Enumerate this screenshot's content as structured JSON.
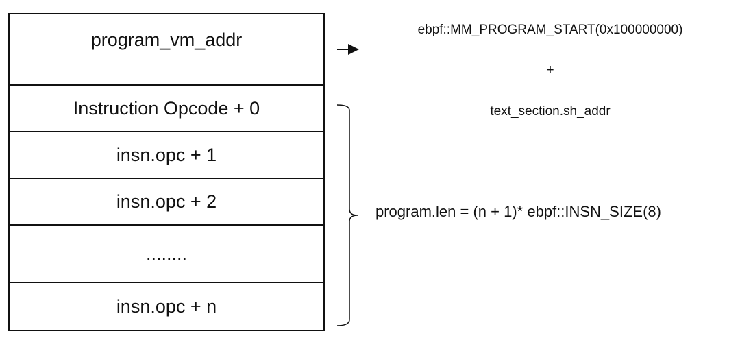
{
  "memory_stack": {
    "header": "program_vm_addr",
    "rows": [
      "Instruction Opcode + 0",
      "insn.opc + 1",
      "insn.opc + 2",
      "........",
      "insn.opc + n"
    ]
  },
  "address_formula": {
    "start": "ebpf::MM_PROGRAM_START(0x100000000)",
    "plus": "+",
    "section": "text_section.sh_addr"
  },
  "length_formula": "program.len  = (n  + 1)* ebpf::INSN_SIZE(8)",
  "colors": {
    "stroke": "#111111",
    "background": "#ffffff"
  }
}
